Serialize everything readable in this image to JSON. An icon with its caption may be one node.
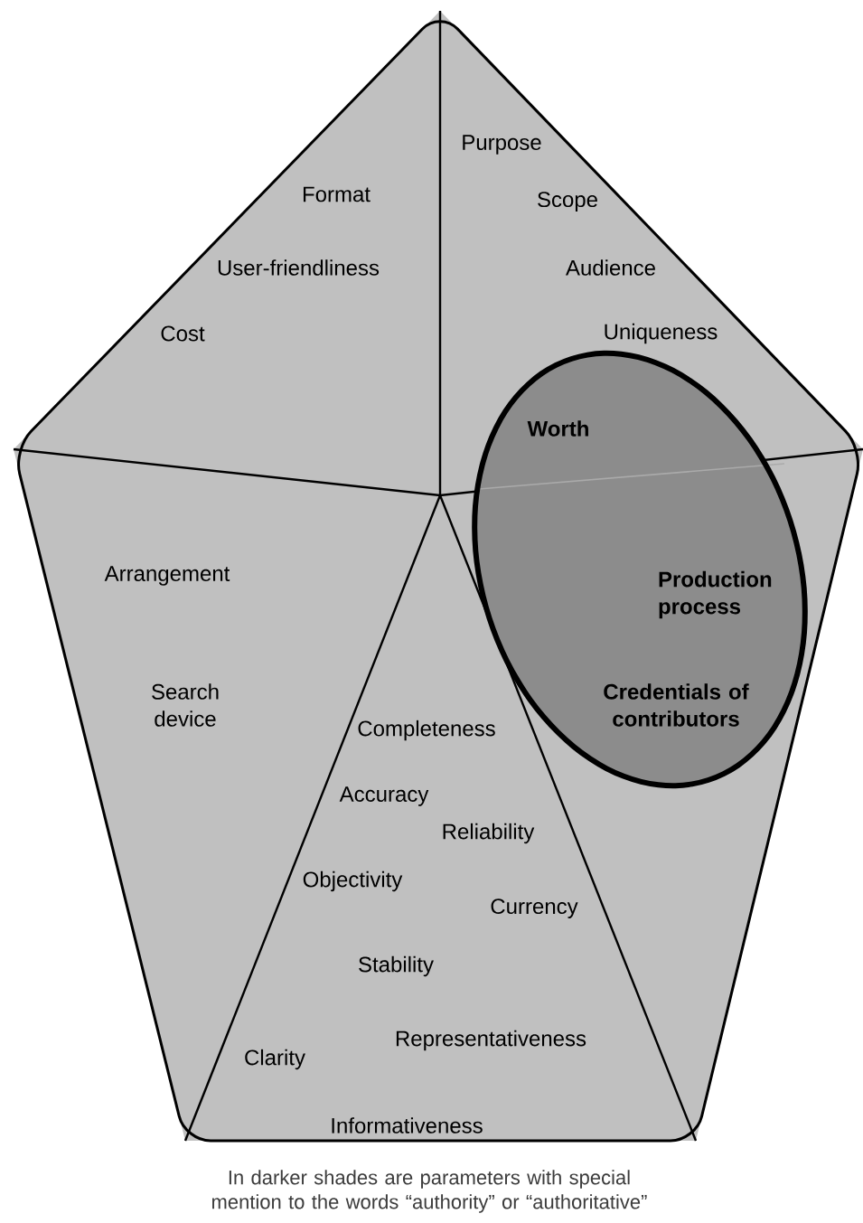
{
  "diagram": {
    "caption": "In darker shades are parameters with special mention to the words “authority” or “authoritative”",
    "nodes": [
      {
        "text": [
          "Format",
          "User-friendliness",
          "Cost"
        ]
      },
      {
        "text": [
          "Purpose",
          "Scope",
          "Audience",
          "Uniqueness"
        ]
      },
      {
        "text": [
          "Arrangement",
          "Search device"
        ]
      },
      {
        "text": [
          "Completeness",
          "Accuracy",
          "Reliability",
          "Objectivity",
          "Currency",
          "Stability",
          "Representativeness",
          "Clarity",
          "Informativeness"
        ]
      },
      {
        "text": [],
        "shape": "triangle"
      },
      {
        "text": [
          "Worth",
          "Production process",
          "Credentials of contributors"
        ]
      }
    ]
  }
}
